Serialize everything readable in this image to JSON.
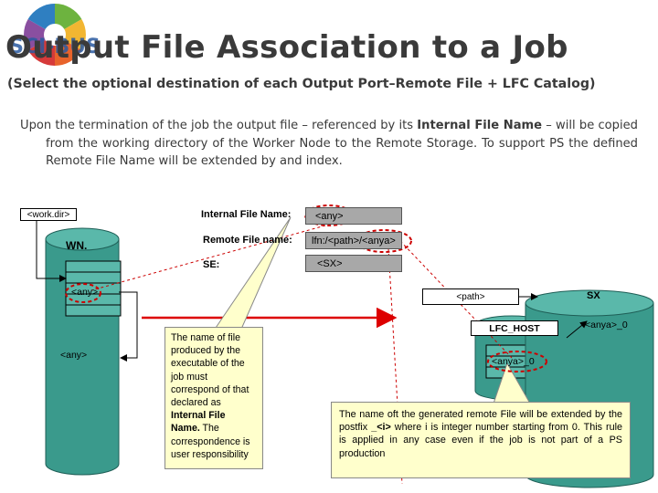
{
  "header": {
    "logo_text": "SCI-BUS",
    "title": "Output File Association to a Job",
    "subtitle": "(Select the optional destination of each Output Port–Remote File + LFC Catalog)"
  },
  "intro": {
    "part1": "Upon the termination of the job the output file – referenced by its ",
    "bold": "Internal File Name",
    "part2": " – will be copied from the working directory of the Worker Node to the Remote Storage. To support PS the defined Remote File Name will be extended by and index."
  },
  "worker": {
    "work_dir": "<work.dir>",
    "wn_label": "WN.",
    "file_any_top": "<any>",
    "file_any_bottom": "<any>"
  },
  "form": {
    "internal_label": "Internal File Name:",
    "internal_value": "<any>",
    "remote_label": "Remote File name:",
    "remote_value": "lfn:/<path>/<anya>",
    "se_label": "SE:",
    "se_value": "<SX>"
  },
  "storage": {
    "path_box": "<path>",
    "sx_label": "SX",
    "lfc_host": "LFC_HOST",
    "anya0_right": "<anya>_0",
    "anya0_cyl": "<anya>_0"
  },
  "notes": {
    "left_part1": "The name of file produced by the executable of the job must correspond of that declared as ",
    "left_bold": "Internal File Name.",
    "left_part2": " The correspondence is user responsibility",
    "right_part1": "The name oft the generated remote File will be extended by the postfix ",
    "right_bold": "_<i>",
    "right_part2": " where i is integer number starting from 0. This rule is applied in any case even if the job is not part of a PS production"
  },
  "colors": {
    "cylinder": "#3a9a8c",
    "cylinder_dark": "#2a7a70",
    "arrow": "#dd0000",
    "highlight_ring": "#cc0000",
    "note_bg": "#ffffcc",
    "field_grey": "#a8a8a8"
  }
}
